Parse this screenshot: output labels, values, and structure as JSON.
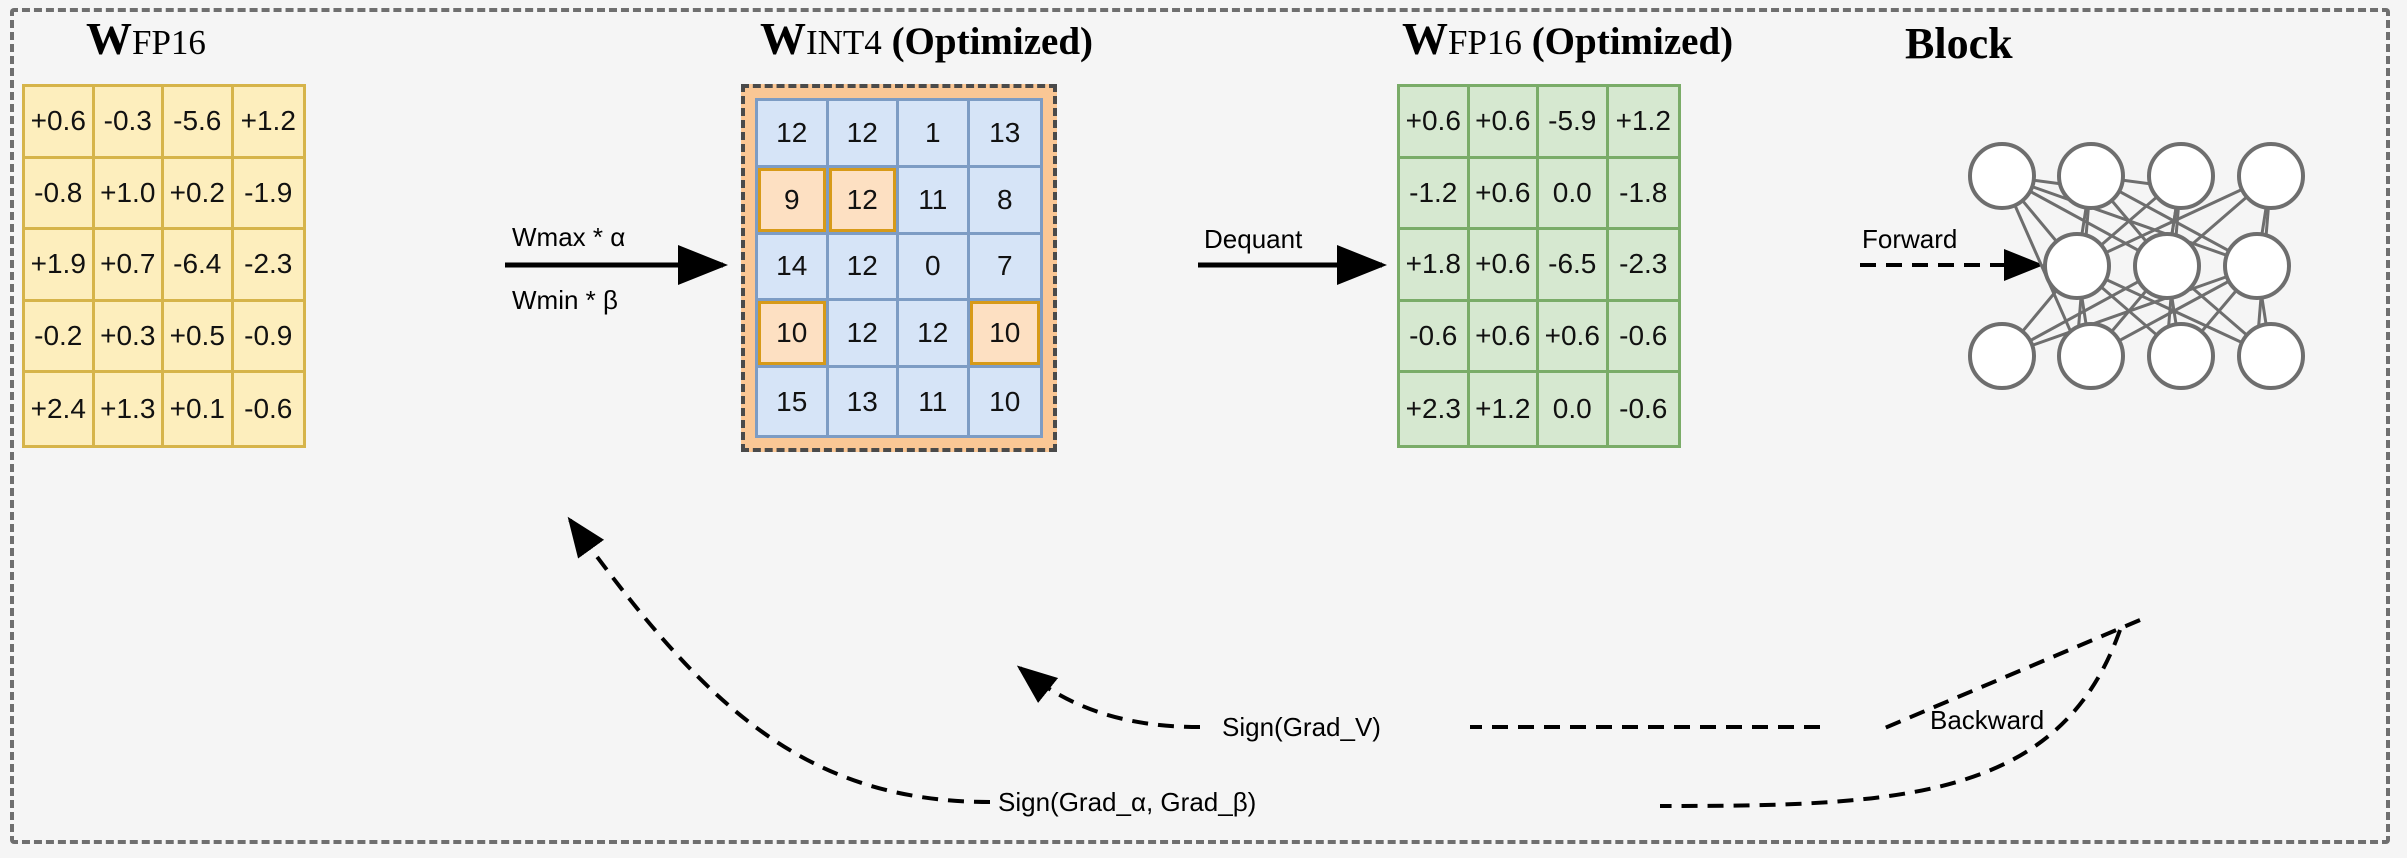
{
  "diagram": {
    "panels": {
      "fp16": {
        "title_main": "W",
        "title_sub": "FP16"
      },
      "int4": {
        "title_main": "W",
        "title_sub": "INT4",
        "title_suffix": "(Optimized)"
      },
      "fp16_opt": {
        "title_main": "W",
        "title_sub": "FP16",
        "title_suffix": "(Optimized)"
      },
      "block": {
        "title": "Block"
      }
    },
    "labels": {
      "quant_top": "Wmax * α",
      "quant_bottom": "Wmin * β",
      "dequant": "Dequant",
      "forward": "Forward",
      "backward": "Backward",
      "grad_v": "Sign(Grad_V)",
      "grad_ab": "Sign(Grad_α, Grad_β)"
    },
    "colors": {
      "fp16_fill": "#fdeebd",
      "fp16_border": "#d6b44a",
      "int4_fill": "#d6e4f7",
      "int4_border": "#7d9cc4",
      "int4_outline_fill": "#fac795",
      "highlight_fill": "#fde0c2",
      "highlight_border": "#d79a18",
      "fp16o_fill": "#d6e8d0",
      "fp16o_border": "#7aac68",
      "page_bg": "#f5f5f5",
      "dash_border": "#6f6f6f",
      "node_stroke": "#6e6e6e"
    }
  },
  "chart_data": {
    "type": "table",
    "title": "Quantization-aware training data flow",
    "matrices": [
      {
        "name": "W_FP16",
        "rows": [
          [
            "+0.6",
            "-0.3",
            "-5.6",
            "+1.2"
          ],
          [
            "-0.8",
            "+1.0",
            "+0.2",
            "-1.9"
          ],
          [
            "+1.9",
            "+0.7",
            "-6.4",
            "-2.3"
          ],
          [
            "-0.2",
            "+0.3",
            "+0.5",
            "-0.9"
          ],
          [
            "+2.4",
            "+1.3",
            "+0.1",
            "-0.6"
          ]
        ]
      },
      {
        "name": "W_INT4 (Optimized)",
        "rows": [
          [
            "12",
            "12",
            "1",
            "13"
          ],
          [
            "9",
            "12",
            "11",
            "8"
          ],
          [
            "14",
            "12",
            "0",
            "7"
          ],
          [
            "10",
            "12",
            "12",
            "10"
          ],
          [
            "15",
            "13",
            "11",
            "10"
          ]
        ],
        "highlighted": [
          [
            1,
            0
          ],
          [
            1,
            1
          ],
          [
            3,
            0
          ],
          [
            3,
            3
          ]
        ]
      },
      {
        "name": "W_FP16 (Optimized)",
        "rows": [
          [
            "+0.6",
            "+0.6",
            "-5.9",
            "+1.2"
          ],
          [
            "-1.2",
            "+0.6",
            "0.0",
            "-1.8"
          ],
          [
            "+1.8",
            "+0.6",
            "-6.5",
            "-2.3"
          ],
          [
            "-0.6",
            "+0.6",
            "+0.6",
            "-0.6"
          ],
          [
            "+2.3",
            "+1.2",
            "0.0",
            "-0.6"
          ]
        ]
      }
    ],
    "network": {
      "layers": [
        4,
        3,
        4
      ],
      "description": "fully connected block with 4-3-4 nodes"
    }
  }
}
